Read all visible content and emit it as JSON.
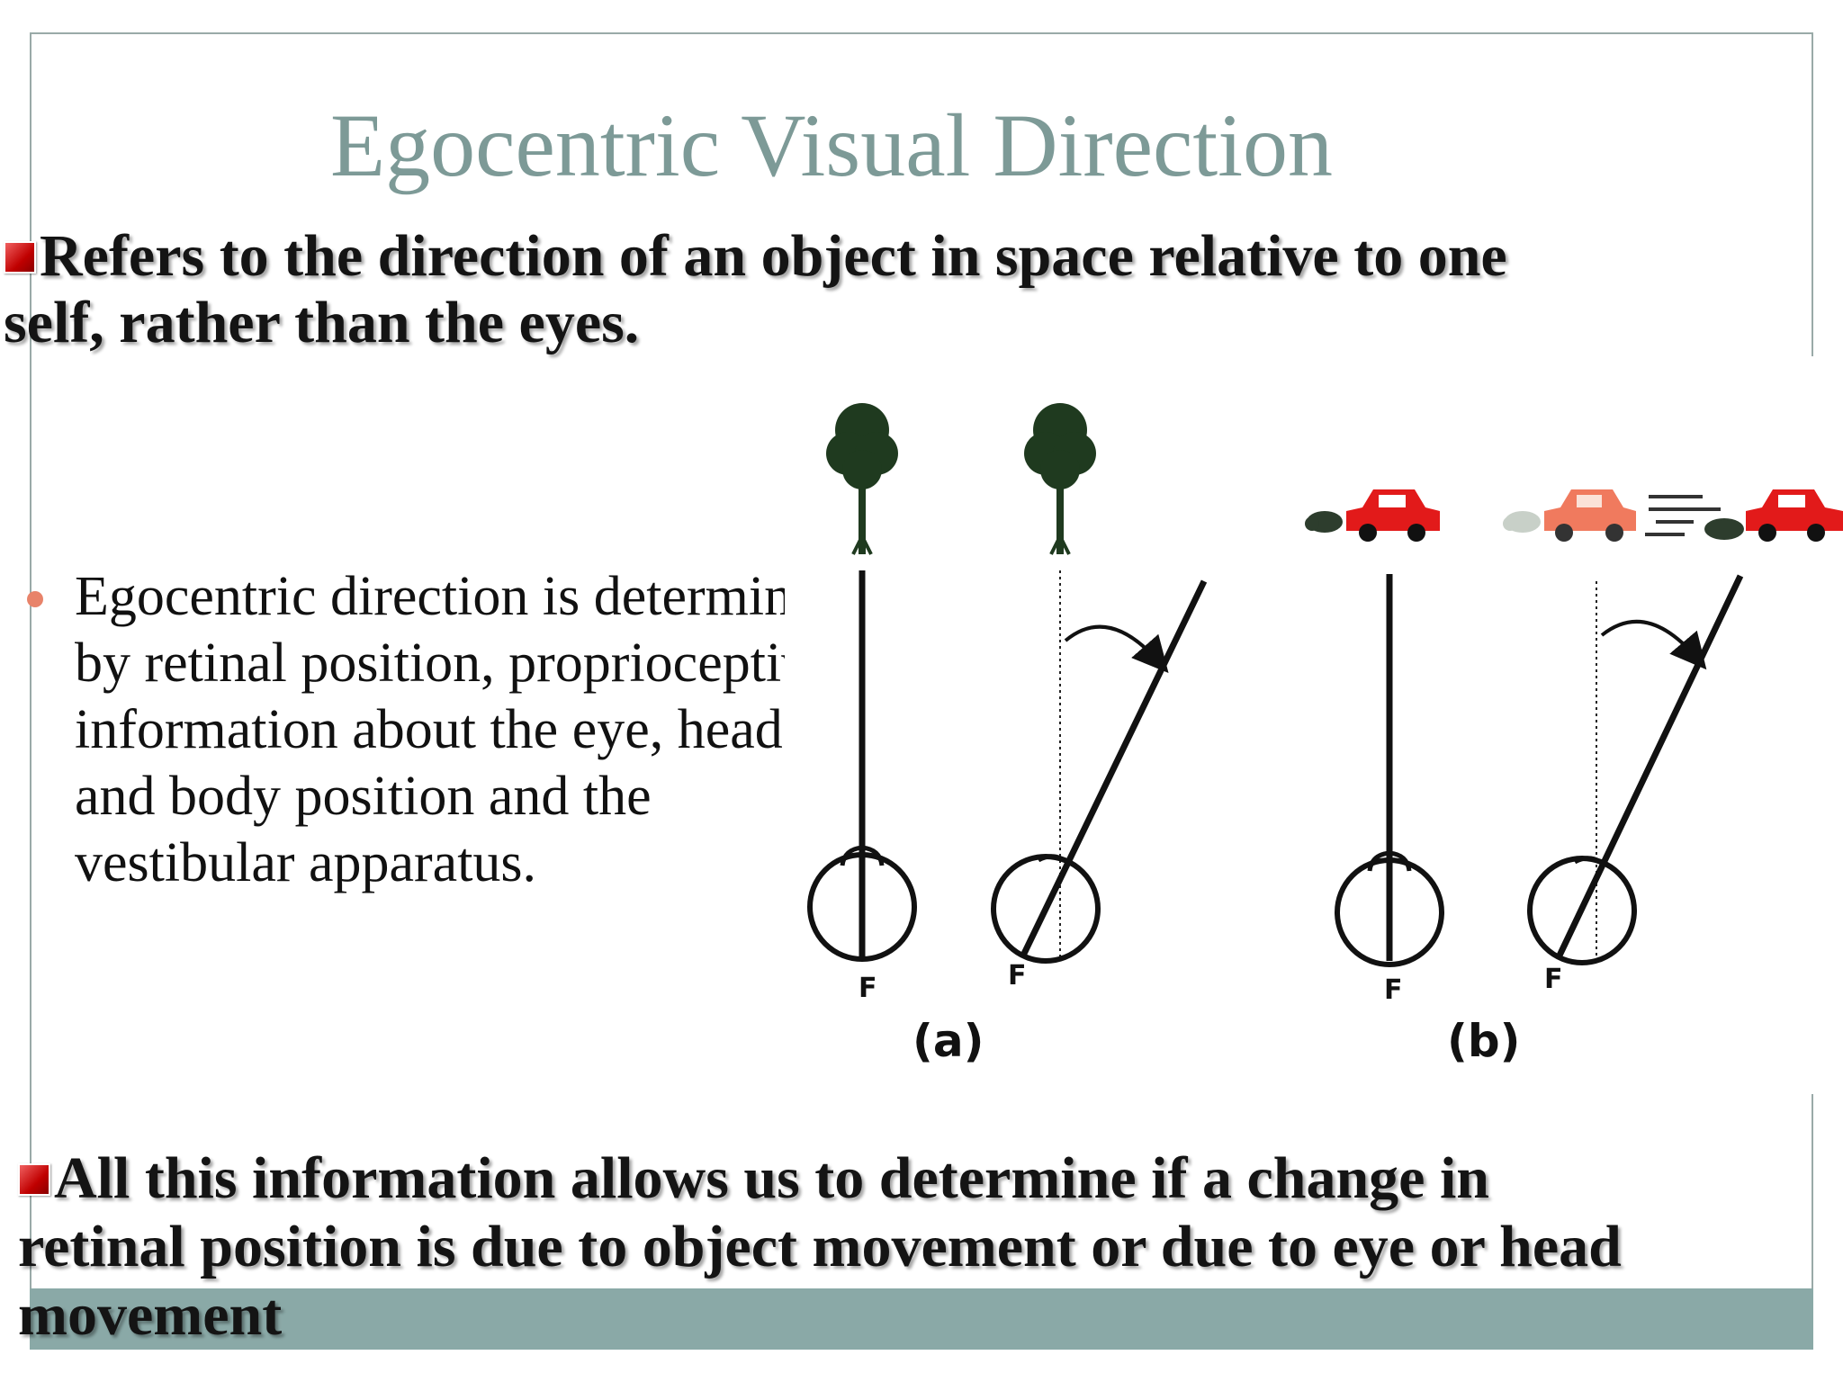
{
  "slide": {
    "title": "Egocentric Visual Direction",
    "lead_top": "Refers to the direction of an object in space relative to one self, rather than the eyes.",
    "body_bullet": "Egocentric direction is determined by retinal position, proprioceptive information about the eye, head and body position and the vestibular apparatus.",
    "lead_bottom": "All this information allows us to determine if a change in retinal position is due to object movement or due to eye or head movement"
  },
  "figure": {
    "labels": {
      "fovea_a_left": "F",
      "fovea_a_right": "F",
      "fovea_b_left": "F",
      "fovea_b_right": "F",
      "panel_a": "(a)",
      "panel_b": "(b)"
    },
    "colors": {
      "tree": "#1f3a1f",
      "car": "#e21a1a",
      "car_faded": "#f07a5e",
      "smoke": "#2d3d2d"
    }
  }
}
